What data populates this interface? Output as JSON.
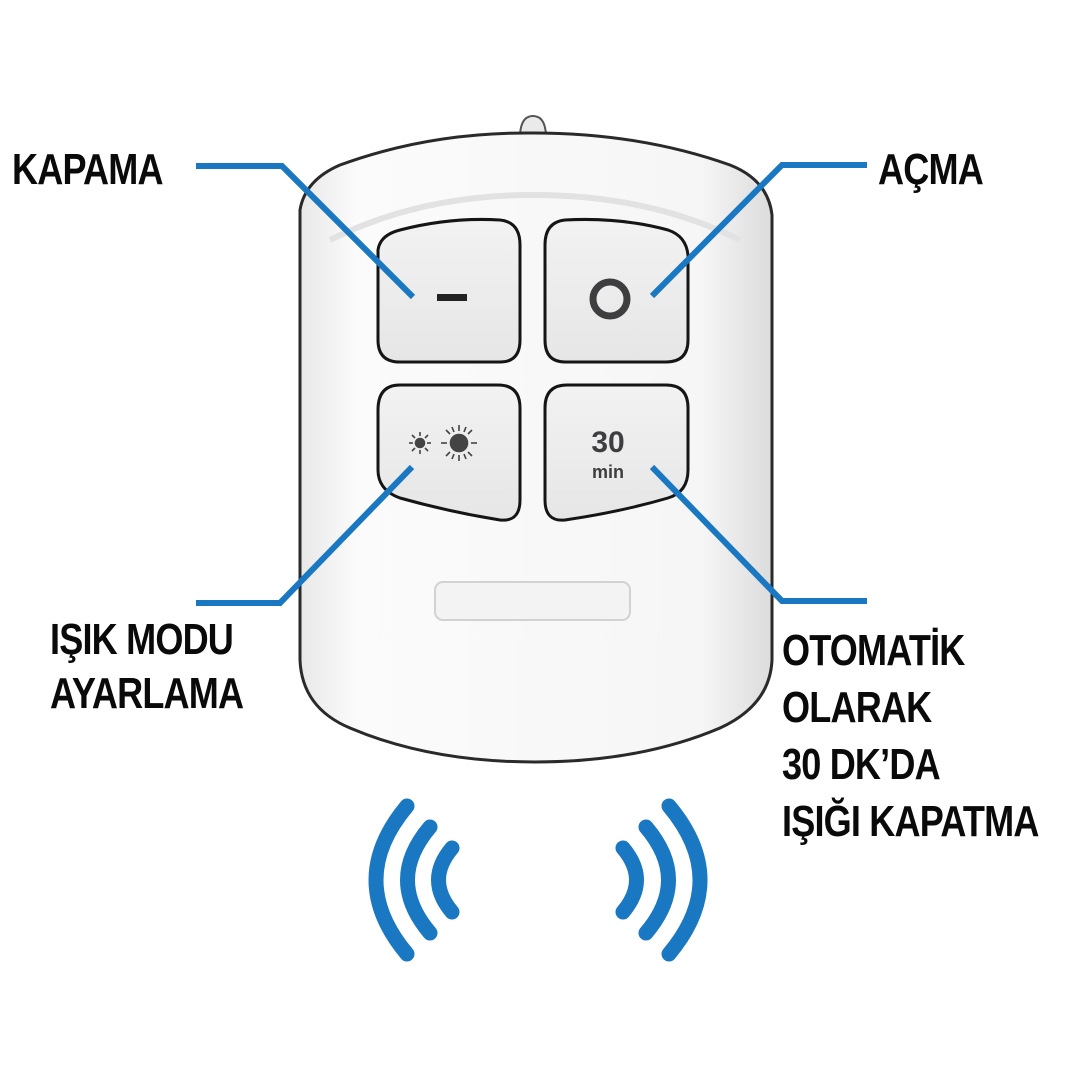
{
  "device": {
    "name": "remote-control",
    "colors": {
      "body": "#f4f4f4",
      "outline": "#2a2a2a",
      "accent_blue": "#1a78c2",
      "icon_gray": "#3e3e40"
    }
  },
  "buttons": [
    {
      "id": "off",
      "symbol": "–",
      "icon": "minus-icon"
    },
    {
      "id": "on",
      "symbol": "O",
      "icon": "circle-icon"
    },
    {
      "id": "mode",
      "symbol": "☀☀",
      "icon": "brightness-icon"
    },
    {
      "id": "timer",
      "value": "30",
      "unit": "min",
      "icon": "timer-30-icon"
    }
  ],
  "callouts": {
    "off": {
      "lines": [
        "KAPAMA"
      ]
    },
    "on": {
      "lines": [
        "AÇMA"
      ]
    },
    "mode": {
      "lines": [
        "IŞIK MODU",
        "AYARLAMA"
      ]
    },
    "timer": {
      "lines": [
        "OTOMATİK",
        "OLARAK",
        "30 DK’DA",
        "IŞIĞI KAPATMA"
      ]
    }
  },
  "signal": {
    "icon": "wireless-signal-icon",
    "arcs_per_side": 3
  }
}
